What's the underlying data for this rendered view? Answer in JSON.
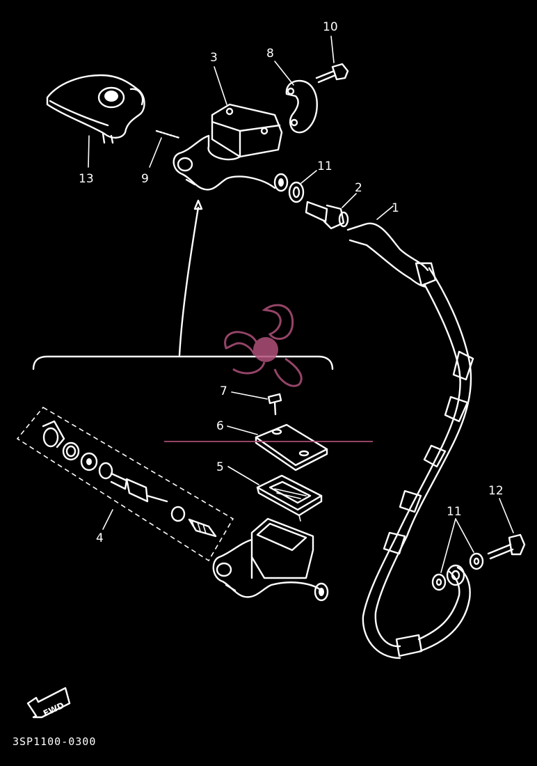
{
  "labels": {
    "p1": "1",
    "p2": "2",
    "p3": "3",
    "p4": "4",
    "p5": "5",
    "p6": "6",
    "p7": "7",
    "p8": "8",
    "p9": "9",
    "p10": "10",
    "p11a": "11",
    "p11b": "11",
    "p12": "12",
    "p13": "13"
  },
  "fwd_label": "FWD",
  "diagram_code": "3SP1100-0300",
  "colors": {
    "background": "#000000",
    "line": "#ffffff",
    "watermark": "#b0507a"
  },
  "watermark_icon": "propeller-logo-icon"
}
